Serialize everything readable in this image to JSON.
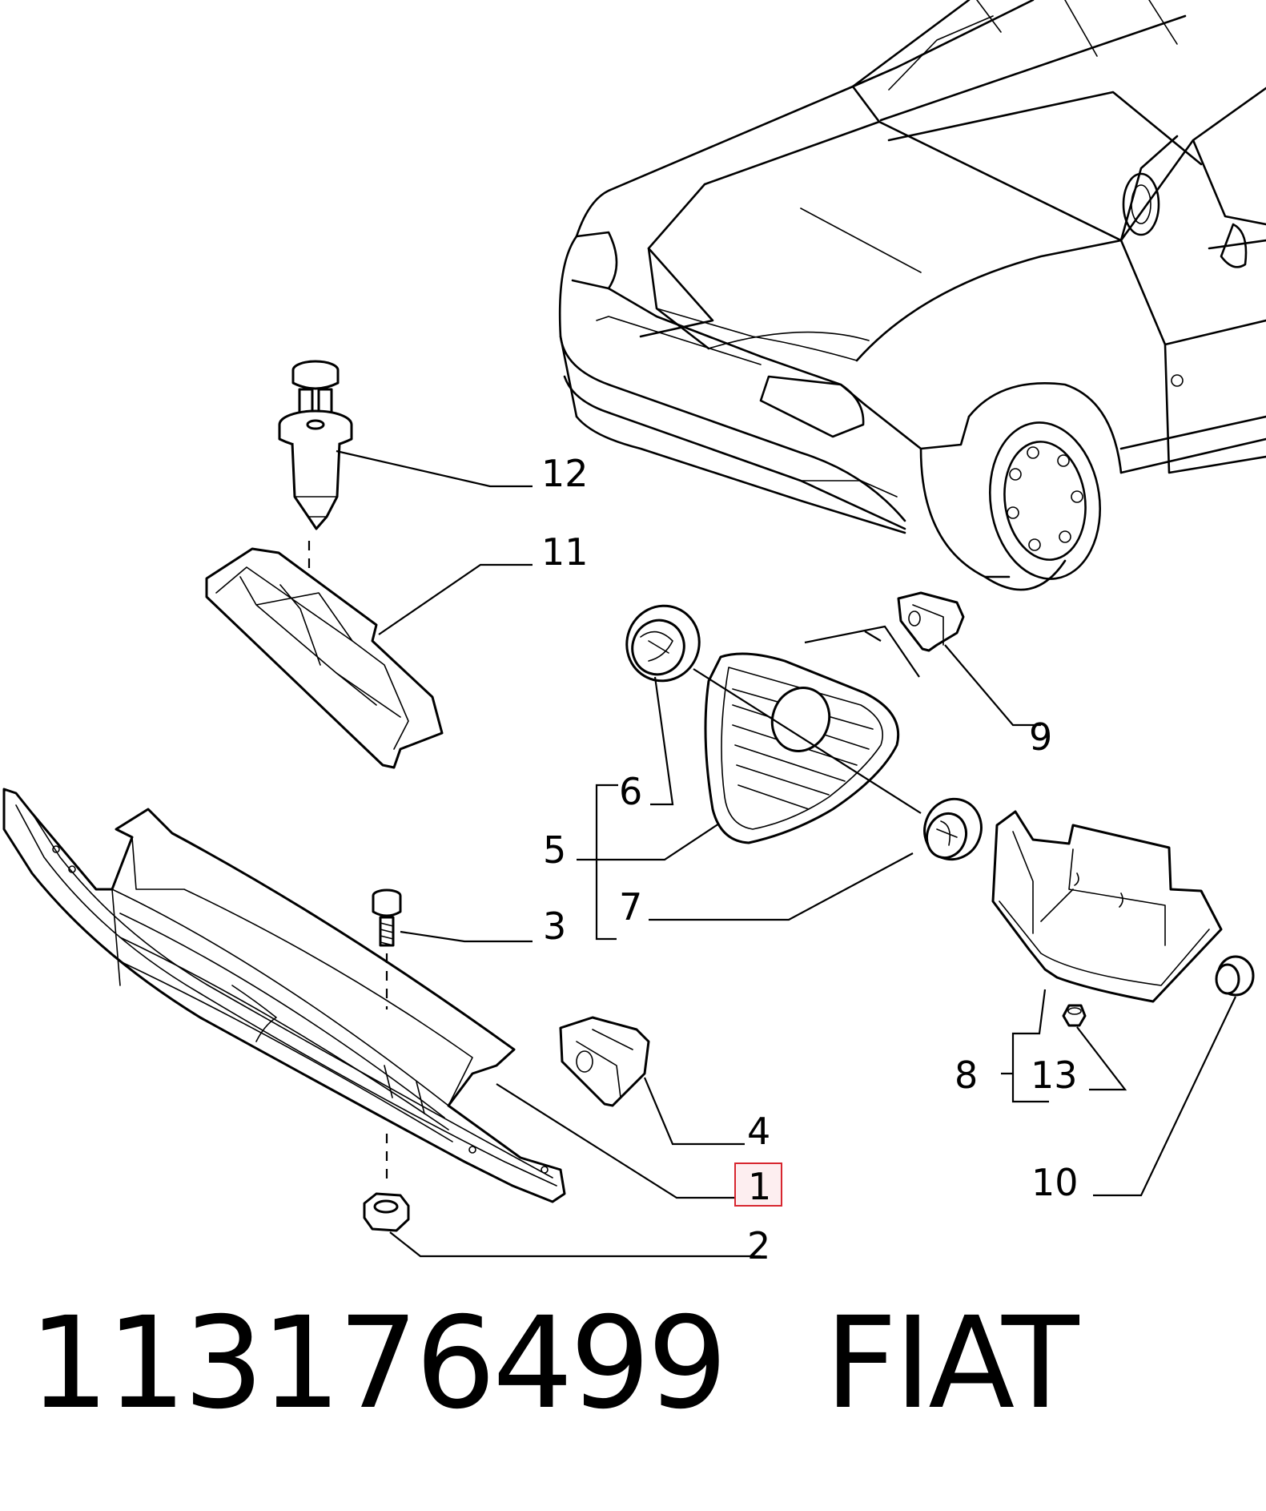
{
  "callouts": {
    "c1": "1",
    "c2": "2",
    "c3": "3",
    "c4": "4",
    "c5": "5",
    "c6": "6",
    "c7": "7",
    "c8": "8",
    "c9": "9",
    "c10": "10",
    "c11": "11",
    "c12": "12",
    "c13": "13"
  },
  "highlighted_callout": "1",
  "highlight_color": "#d7262f",
  "footer": {
    "part_number": "113176499",
    "brand": "FIAT"
  }
}
